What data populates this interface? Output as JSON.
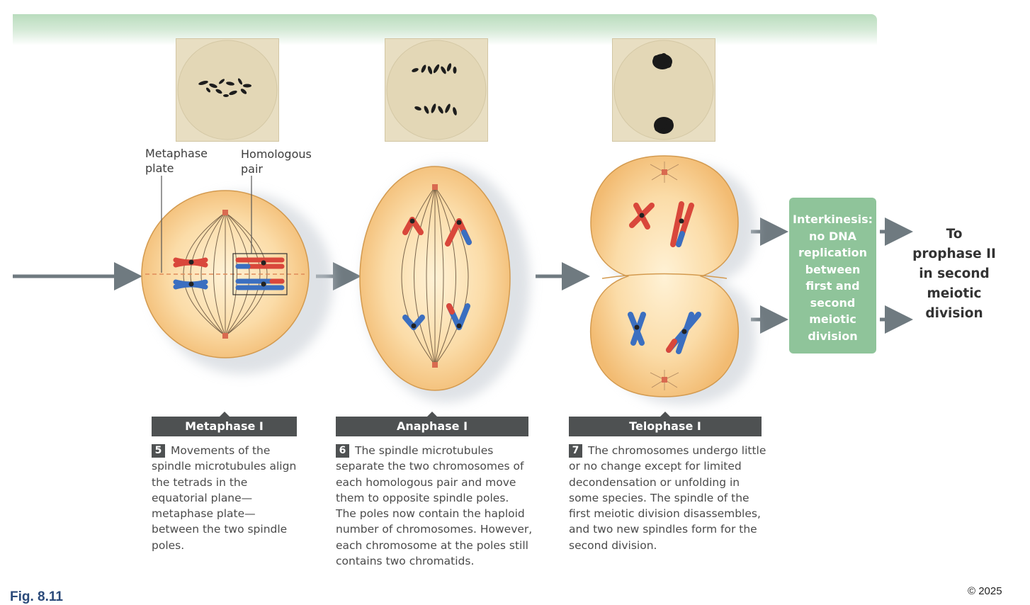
{
  "labels": {
    "metaphase_plate": "Metaphase\nplate",
    "homologous_pair": "Homologous\npair"
  },
  "stages": [
    {
      "title": "Metaphase I",
      "number": "5",
      "description": "Movements of the spindle microtubules align the tetrads in the equatorial plane—metaphase plate—between the two spindle poles."
    },
    {
      "title": "Anaphase I",
      "number": "6",
      "description": "The spindle microtubules separate the two chromosomes of each homologous pair and move them to opposite spindle poles. The poles now contain the haploid number of chromosomes. However, each chromosome at the poles still contains two chromatids."
    },
    {
      "title": "Telophase I",
      "number": "7",
      "description": "The chromosomes undergo little or no change except for limited decondensation or unfolding in some species. The spindle of the first meiotic division disassembles, and two new spindles form for the second division."
    }
  ],
  "interkinesis": "Interkinesis:\nno DNA\nreplication\nbetween\nfirst and\nsecond\nmeiotic\ndivision",
  "next_stage": "To\nprophase II\nin second\nmeiotic\ndivision",
  "figure_label": "Fig. 8.11",
  "copyright": "© 2025",
  "colors": {
    "cell_fill": "#f6c887",
    "cell_center": "#fde9c4",
    "chromosome_red": "#d9473b",
    "chromosome_blue": "#3b6fc0",
    "stage_bar": "#4e5152",
    "interkinesis_box": "#8fc49a",
    "arrow": "#6f7a80"
  }
}
